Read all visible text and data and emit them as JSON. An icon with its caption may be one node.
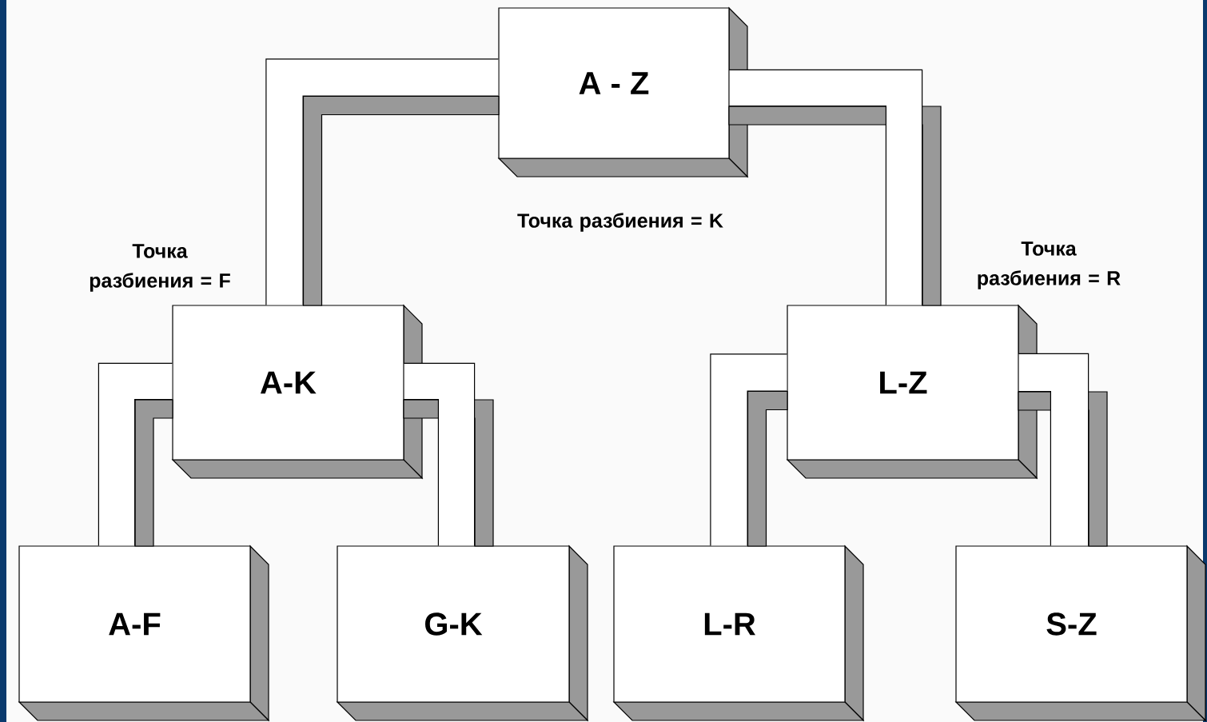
{
  "diagram": {
    "nodes": [
      {
        "text": [
          "A - Z"
        ]
      },
      {
        "text": [
          "A-K"
        ]
      },
      {
        "text": [
          "L-Z"
        ]
      },
      {
        "text": [
          "A-F"
        ]
      },
      {
        "text": [
          "G-K"
        ]
      },
      {
        "text": [
          "L-R"
        ]
      },
      {
        "text": [
          "S-Z"
        ]
      }
    ],
    "edges": [
      {
        "from": 0,
        "to": 1,
        "arrow": "none"
      },
      {
        "from": 0,
        "to": 2,
        "arrow": "none"
      },
      {
        "from": 1,
        "to": 3,
        "arrow": "none"
      },
      {
        "from": 1,
        "to": 4,
        "arrow": "none"
      },
      {
        "from": 2,
        "to": 5,
        "arrow": "none"
      },
      {
        "from": 2,
        "to": 6,
        "arrow": "none"
      }
    ],
    "labels": [
      "Точка разбиения = K",
      "Точка разбиения = F",
      "Точка разбиения = R"
    ]
  }
}
